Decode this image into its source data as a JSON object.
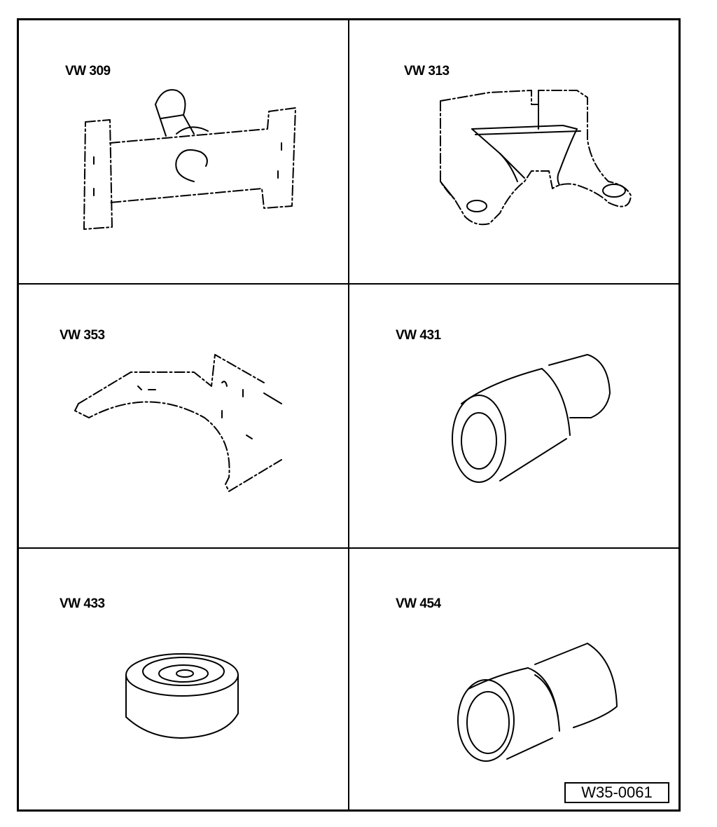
{
  "tools": [
    {
      "id": "VW 309",
      "icon": "bracket-plate-icon"
    },
    {
      "id": "VW 313",
      "icon": "support-bracket-icon"
    },
    {
      "id": "VW 353",
      "icon": "fork-plate-icon"
    },
    {
      "id": "VW 431",
      "icon": "stepped-drift-icon"
    },
    {
      "id": "VW 433",
      "icon": "thrust-disc-icon"
    },
    {
      "id": "VW 454",
      "icon": "stepped-sleeve-icon"
    }
  ],
  "figure_ref": "W35-0061",
  "colors": {
    "line": "#000000",
    "background": "#ffffff"
  }
}
